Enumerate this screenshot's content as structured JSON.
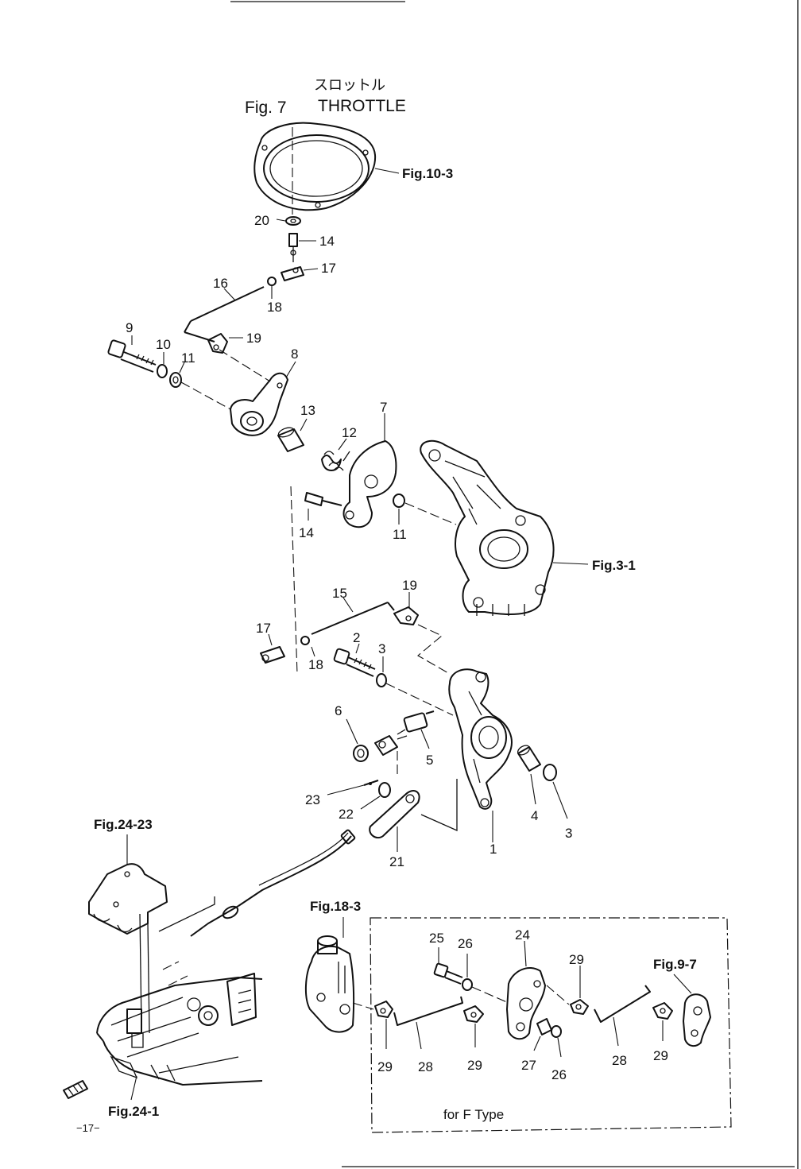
{
  "figure": {
    "title_jp": "スロットル",
    "fig_label": "Fig. 7",
    "title_en": "THROTTLE",
    "page_number": "−17−"
  },
  "references": {
    "fig_10_3": "Fig.10-3",
    "fig_3_1": "Fig.3-1",
    "fig_24_23": "Fig.24-23",
    "fig_18_3": "Fig.18-3",
    "fig_9_7": "Fig.9-7",
    "fig_24_1": "Fig.24-1"
  },
  "callouts": {
    "c20": "20",
    "c14a": "14",
    "c17a": "17",
    "c16": "16",
    "c18a": "18",
    "c9": "9",
    "c10": "10",
    "c11a": "11",
    "c19a": "19",
    "c8": "8",
    "c13": "13",
    "c12": "12",
    "c7": "7",
    "c14b": "14",
    "c11b": "11",
    "c15": "15",
    "c19b": "19",
    "c17b": "17",
    "c18b": "18",
    "c2": "2",
    "c3a": "3",
    "c6": "6",
    "c5": "5",
    "c23": "23",
    "c22": "22",
    "c4": "4",
    "c3b": "3",
    "c1": "1",
    "c21": "21",
    "c25": "25",
    "c26a": "26",
    "c24": "24",
    "c29a": "29",
    "c29b": "29",
    "c28a": "28",
    "c29c": "29",
    "c27": "27",
    "c26b": "26",
    "c28b": "28",
    "c29d": "29"
  },
  "inset": {
    "caption": "for F Type"
  }
}
